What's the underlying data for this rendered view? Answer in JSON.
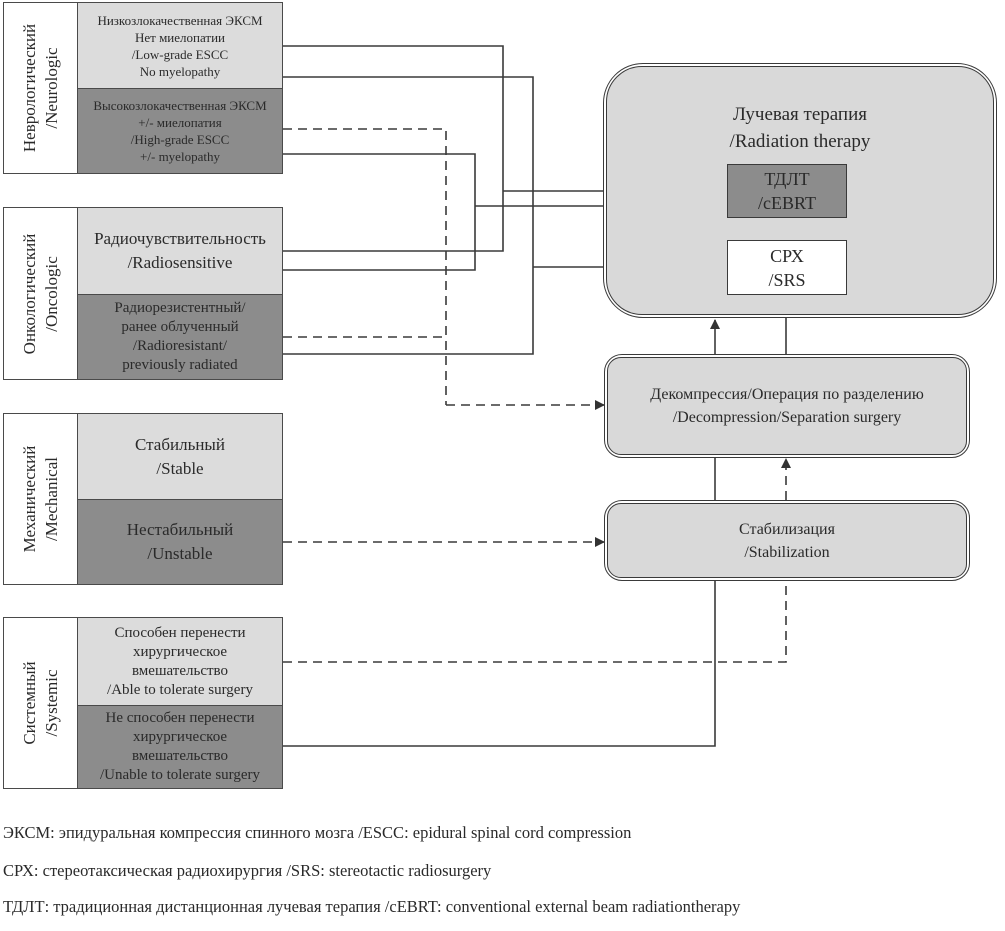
{
  "categories": [
    {
      "label": "Неврологический\n/Neurologic",
      "options": [
        {
          "text": "Низкозлокачественная ЭКСМ\nНет миелопатии\n/Low-grade ESCC\nNo myelopathy",
          "shade": "light"
        },
        {
          "text": "Высокозлокачественная ЭКСМ\n+/- миелопатия\n/High-grade ESCC\n+/- myelopathy",
          "shade": "dark"
        }
      ]
    },
    {
      "label": "Онкологический\n/Oncologic",
      "options": [
        {
          "text": "Радиочувствительность\n/Radiosensitive",
          "shade": "light"
        },
        {
          "text": "Радиорезистентный/\nранее облученный\n/Radioresistant/\npreviously radiated",
          "shade": "dark"
        }
      ]
    },
    {
      "label": "Механический\n/Mechanical",
      "options": [
        {
          "text": "Стабильный\n/Stable",
          "shade": "light"
        },
        {
          "text": "Нестабильный\n/Unstable",
          "shade": "dark"
        }
      ]
    },
    {
      "label": "Системный\n/Systemic",
      "options": [
        {
          "text": "Способен перенести\nхирургическое\nвмешательство\n/Able to tolerate surgery",
          "shade": "light"
        },
        {
          "text": "Не способен перенести\nхирургическое\nвмешательство\n/Unable to tolerate surgery",
          "shade": "dark"
        }
      ]
    }
  ],
  "treatments": {
    "radiation_therapy": {
      "title": "Лучевая терапия\n/Radiation therapy",
      "cebrt": "ТДЛТ\n/cEBRT",
      "srs": "СРХ\n/SRS"
    },
    "decompression": "Декомпрессия/Операция по разделению\n/Decompression/Separation surgery",
    "stabilization": "Стабилизация\n/Stabilization"
  },
  "legend": [
    "ЭКСМ: эпидуральная компрессия спинного мозга /ESCC: epidural spinal cord compression",
    "СРХ: стереотаксическая радиохирургия /SRS: stereotactic radiosurgery",
    "ТДЛТ: традиционная дистанционная лучевая терапия /cEBRT: conventional external beam radiationtherapy"
  ],
  "colors": {
    "light_option": "#dcdcdc",
    "dark_option": "#8c8c8c",
    "process_fill": "#d9d9d9",
    "line": "#3a3a3a"
  }
}
